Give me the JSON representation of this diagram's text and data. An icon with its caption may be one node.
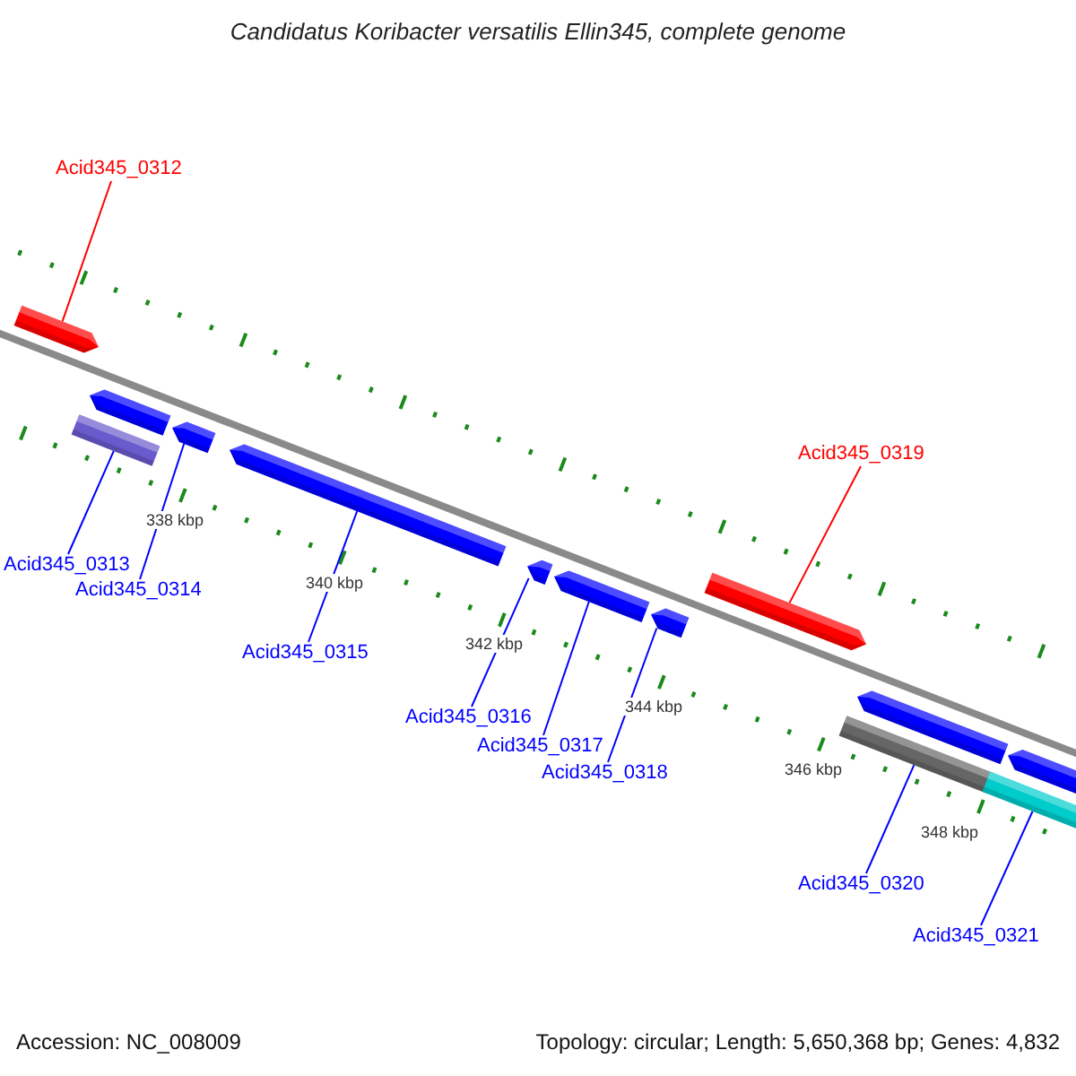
{
  "diagram": {
    "title": "Candidatus Koribacter versatilis Ellin345, complete genome",
    "nodes": [
      {
        "text": [
          "Acid345_0312"
        ]
      },
      {
        "text": [
          "Acid345_0313"
        ]
      },
      {
        "text": [
          "Acid345_0314"
        ]
      },
      {
        "text": [
          "Acid345_0315"
        ]
      },
      {
        "text": [
          "Acid345_0316"
        ]
      },
      {
        "text": [
          "Acid345_0317"
        ]
      },
      {
        "text": [
          "Acid345_0318"
        ]
      },
      {
        "text": [
          "Acid345_0319"
        ]
      },
      {
        "text": [
          "Acid345_0320"
        ]
      },
      {
        "text": [
          "Acid345_0321"
        ]
      },
      {
        "text": [],
        "shape": "bar"
      },
      {
        "text": [],
        "shape": "bar"
      },
      {
        "text": [],
        "shape": "bar"
      },
      {
        "text": [],
        "shape": "bar"
      },
      {
        "text": [],
        "shape": "bar"
      },
      {
        "text": [],
        "shape": "bar"
      },
      {
        "text": [],
        "shape": "bar"
      },
      {
        "text": [],
        "shape": "bar"
      },
      {
        "text": [],
        "shape": "bar"
      },
      {
        "text": [],
        "shape": "bar"
      },
      {
        "text": [],
        "shape": "bar"
      },
      {
        "text": [],
        "shape": "bar"
      },
      {
        "text": [],
        "shape": "bar"
      }
    ],
    "edges": [
      {
        "from": 0,
        "to": 10,
        "arrow": "none",
        "color": "#ff0000"
      },
      {
        "from": 1,
        "to": 11,
        "arrow": "none"
      },
      {
        "from": 2,
        "to": 13,
        "arrow": "none"
      },
      {
        "from": 3,
        "to": 14,
        "arrow": "none"
      },
      {
        "from": 4,
        "to": 15,
        "arrow": "none"
      },
      {
        "from": 5,
        "to": 16,
        "arrow": "none"
      },
      {
        "from": 6,
        "to": 17,
        "arrow": "none"
      },
      {
        "from": 7,
        "to": 18,
        "arrow": "none",
        "color": "#ff0000"
      },
      {
        "from": 8,
        "to": 19,
        "arrow": "none"
      },
      {
        "from": 9,
        "to": 21,
        "arrow": "none"
      }
    ],
    "labels": [
      "338 kbp",
      "340 kbp",
      "342 kbp",
      "344 kbp",
      "346 kbp",
      "348 kbp",
      "Accession: NC_008009",
      "Topology: circular; Length: 5,650,368 bp; Genes: 4,832"
    ]
  }
}
